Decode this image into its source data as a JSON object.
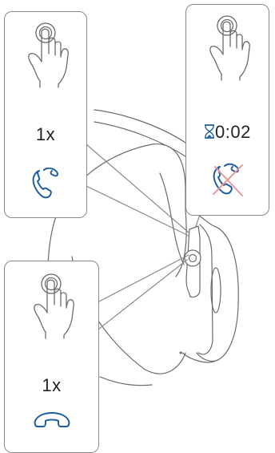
{
  "colors": {
    "outline": "#6b6b6b",
    "blue": "#1f5fa0",
    "red": "#e89a9a",
    "text": "#222222"
  },
  "cards": {
    "answer": {
      "count": "1x",
      "action": "answer-call",
      "icon": "phone-icon"
    },
    "reject": {
      "duration": "0:02",
      "action": "reject-call",
      "icon": "phone-crossed-icon",
      "timer_icon": "hourglass-icon"
    },
    "end": {
      "count": "1x",
      "action": "end-call",
      "icon": "hang-up-icon"
    }
  }
}
